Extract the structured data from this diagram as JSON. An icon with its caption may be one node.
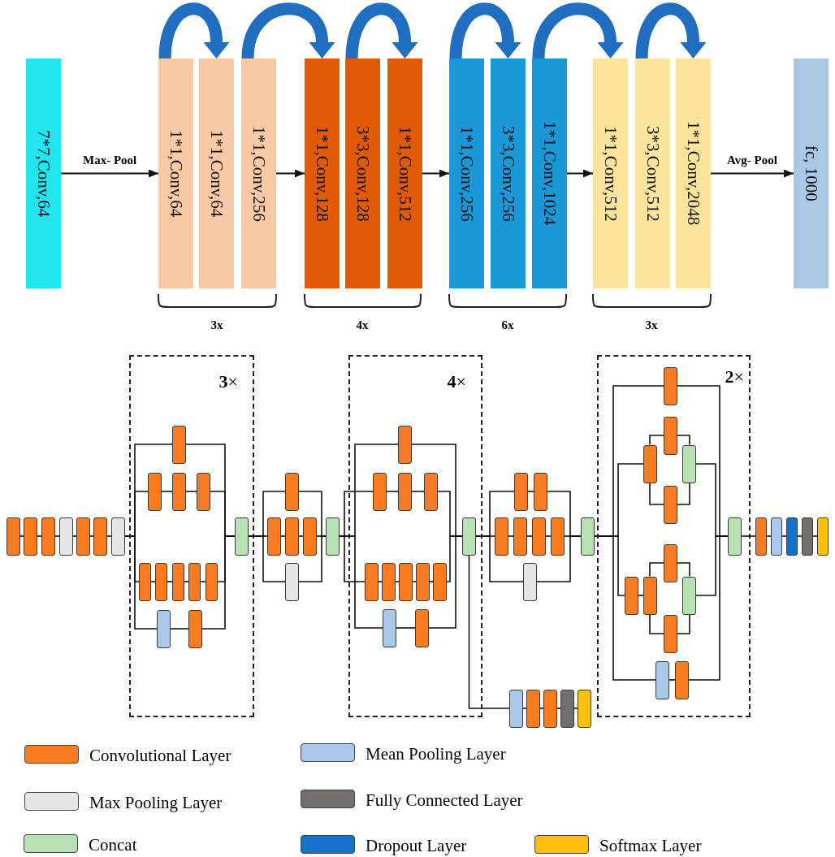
{
  "diagram": {
    "nodes": [
      {
        "text": [
          "7*7,Conv,64"
        ]
      },
      {
        "text": [
          "1*1,Conv,64"
        ]
      },
      {
        "text": [
          "1*1,Conv,64"
        ]
      },
      {
        "text": [
          "1*1,Conv,256"
        ]
      },
      {
        "text": [
          "1*1,Conv,128"
        ]
      },
      {
        "text": [
          "3*3,Conv,128"
        ]
      },
      {
        "text": [
          "1*1,Conv,512"
        ]
      },
      {
        "text": [
          "1*1,Conv,256"
        ]
      },
      {
        "text": [
          "3*3,Conv,256"
        ]
      },
      {
        "text": [
          "1*1,Conv,1024"
        ]
      },
      {
        "text": [
          "1*1,Conv,512"
        ]
      },
      {
        "text": [
          "3*3,Conv,512"
        ]
      },
      {
        "text": [
          "1*1,Conv,2048"
        ]
      },
      {
        "text": [
          "fc, 1000"
        ]
      },
      {
        "text": [],
        "shape": "box"
      },
      {
        "text": [],
        "shape": "box"
      },
      {
        "text": [],
        "shape": "box"
      },
      {
        "text": [],
        "shape": "box"
      },
      {
        "text": [],
        "shape": "box"
      },
      {
        "text": [],
        "shape": "box"
      },
      {
        "text": [],
        "shape": "box"
      },
      {
        "text": [
          "**3**×"
        ]
      },
      {
        "text": [],
        "shape": "box",
        "in": 21
      },
      {
        "text": [],
        "shape": "box",
        "in": 21
      },
      {
        "text": [],
        "shape": "box",
        "in": 21
      },
      {
        "text": [],
        "shape": "box",
        "in": 21
      },
      {
        "text": [],
        "shape": "box",
        "in": 21
      },
      {
        "text": [],
        "shape": "box",
        "in": 21
      },
      {
        "text": [],
        "shape": "box",
        "in": 21
      },
      {
        "text": [],
        "shape": "box",
        "in": 21
      },
      {
        "text": [],
        "shape": "box",
        "in": 21
      },
      {
        "text": [],
        "shape": "box",
        "in": 21
      },
      {
        "text": [],
        "shape": "box",
        "in": 21
      },
      {
        "text": [],
        "shape": "box",
        "in": 21
      },
      {
        "text": [],
        "shape": "box"
      },
      {
        "text": [],
        "shape": "box"
      },
      {
        "text": [],
        "shape": "box"
      },
      {
        "text": [],
        "shape": "box"
      },
      {
        "text": [],
        "shape": "box"
      },
      {
        "text": [],
        "shape": "box"
      },
      {
        "text": [
          "**4**×"
        ]
      },
      {
        "text": [],
        "shape": "box",
        "in": 40
      },
      {
        "text": [],
        "shape": "box",
        "in": 40
      },
      {
        "text": [],
        "shape": "box",
        "in": 40
      },
      {
        "text": [],
        "shape": "box",
        "in": 40
      },
      {
        "text": [],
        "shape": "box",
        "in": 40
      },
      {
        "text": [],
        "shape": "box",
        "in": 40
      },
      {
        "text": [],
        "shape": "box",
        "in": 40
      },
      {
        "text": [],
        "shape": "box",
        "in": 40
      },
      {
        "text": [],
        "shape": "box",
        "in": 40
      },
      {
        "text": [],
        "shape": "box",
        "in": 40
      },
      {
        "text": [],
        "shape": "box",
        "in": 40
      },
      {
        "text": [],
        "shape": "box",
        "in": 40
      },
      {
        "text": [],
        "shape": "box"
      },
      {
        "text": [],
        "shape": "box"
      },
      {
        "text": [],
        "shape": "box"
      },
      {
        "text": [],
        "shape": "box"
      },
      {
        "text": [],
        "shape": "box"
      },
      {
        "text": [],
        "shape": "box"
      },
      {
        "text": [],
        "shape": "box"
      },
      {
        "text": [],
        "shape": "box"
      },
      {
        "text": [],
        "shape": "box"
      },
      {
        "text": [],
        "shape": "box"
      },
      {
        "text": [],
        "shape": "box"
      },
      {
        "text": [],
        "shape": "box"
      },
      {
        "text": [],
        "shape": "box"
      },
      {
        "text": [
          "**2**×"
        ]
      },
      {
        "text": [],
        "shape": "box",
        "in": 66
      },
      {
        "text": [],
        "shape": "box",
        "in": 66
      },
      {
        "text": [],
        "shape": "box",
        "in": 66
      },
      {
        "text": [],
        "shape": "box",
        "in": 66
      },
      {
        "text": [],
        "shape": "box",
        "in": 66
      },
      {
        "text": [],
        "shape": "box",
        "in": 66
      },
      {
        "text": [],
        "shape": "box",
        "in": 66
      },
      {
        "text": [],
        "shape": "box",
        "in": 66
      },
      {
        "text": [],
        "shape": "box",
        "in": 66
      },
      {
        "text": [],
        "shape": "box",
        "in": 66
      },
      {
        "text": [],
        "shape": "box",
        "in": 66
      },
      {
        "text": [],
        "shape": "box",
        "in": 66
      },
      {
        "text": [],
        "shape": "box",
        "in": 66
      },
      {
        "text": [],
        "shape": "box"
      },
      {
        "text": [],
        "shape": "box"
      },
      {
        "text": [],
        "shape": "box"
      },
      {
        "text": [],
        "shape": "box"
      },
      {
        "text": [],
        "shape": "box"
      }
    ],
    "edges": [
      {
        "from": 0,
        "to": 1,
        "arrow": "to",
        "label": "Max- Pool"
      },
      {
        "from": 3,
        "to": 4,
        "arrow": "to"
      },
      {
        "from": 6,
        "to": 7,
        "arrow": "to"
      },
      {
        "from": 9,
        "to": 10,
        "arrow": "to"
      },
      {
        "from": 12,
        "to": 13,
        "arrow": "to",
        "label": "Avg- Pool"
      },
      {
        "from": 1,
        "to": 2,
        "arrow": "to",
        "style": "thick",
        "color": "#1f6ebf"
      },
      {
        "from": 3,
        "to": 4,
        "arrow": "to",
        "style": "thick",
        "color": "#1f6ebf"
      },
      {
        "from": 5,
        "to": 6,
        "arrow": "to",
        "style": "thick",
        "color": "#1f6ebf"
      },
      {
        "from": 7,
        "to": 8,
        "arrow": "to",
        "style": "thick",
        "color": "#1f6ebf"
      },
      {
        "from": 9,
        "to": 10,
        "arrow": "to",
        "style": "thick",
        "color": "#1f6ebf"
      },
      {
        "from": 11,
        "to": 12,
        "arrow": "to",
        "style": "thick",
        "color": "#1f6ebf"
      },
      {
        "from": 14,
        "to": 15,
        "arrow": "none"
      },
      {
        "from": 15,
        "to": 16,
        "arrow": "none"
      },
      {
        "from": 16,
        "to": 17,
        "arrow": "none"
      },
      {
        "from": 17,
        "to": 18,
        "arrow": "none"
      },
      {
        "from": 18,
        "to": 19,
        "arrow": "none"
      },
      {
        "from": 19,
        "to": 20,
        "arrow": "none"
      },
      {
        "from": 20,
        "to": 22,
        "arrow": "none"
      },
      {
        "from": 20,
        "to": 23,
        "arrow": "none"
      },
      {
        "from": 20,
        "to": 26,
        "arrow": "none"
      },
      {
        "from": 20,
        "to": 31,
        "arrow": "none"
      },
      {
        "from": 23,
        "to": 24,
        "arrow": "none"
      },
      {
        "from": 24,
        "to": 25,
        "arrow": "none"
      },
      {
        "from": 26,
        "to": 27,
        "arrow": "none"
      },
      {
        "from": 27,
        "to": 28,
        "arrow": "none"
      },
      {
        "from": 28,
        "to": 29,
        "arrow": "none"
      },
      {
        "from": 29,
        "to": 30,
        "arrow": "none"
      },
      {
        "from": 31,
        "to": 32,
        "arrow": "none"
      },
      {
        "from": 22,
        "to": 33,
        "arrow": "none"
      },
      {
        "from": 25,
        "to": 33,
        "arrow": "none"
      },
      {
        "from": 30,
        "to": 33,
        "arrow": "none"
      },
      {
        "from": 32,
        "to": 33,
        "arrow": "none"
      },
      {
        "from": 33,
        "to": 34,
        "arrow": "none"
      },
      {
        "from": 33,
        "to": 35,
        "arrow": "none"
      },
      {
        "from": 33,
        "to": 38,
        "arrow": "none"
      },
      {
        "from": 35,
        "to": 36,
        "arrow": "none"
      },
      {
        "from": 36,
        "to": 37,
        "arrow": "none"
      },
      {
        "from": 34,
        "to": 39,
        "arrow": "none"
      },
      {
        "from": 37,
        "to": 39,
        "arrow": "none"
      },
      {
        "from": 38,
        "to": 39,
        "arrow": "none"
      },
      {
        "from": 39,
        "to": 41,
        "arrow": "none"
      },
      {
        "from": 39,
        "to": 42,
        "arrow": "none"
      },
      {
        "from": 39,
        "to": 45,
        "arrow": "none"
      },
      {
        "from": 39,
        "to": 50,
        "arrow": "none"
      },
      {
        "from": 42,
        "to": 43,
        "arrow": "none"
      },
      {
        "from": 43,
        "to": 44,
        "arrow": "none"
      },
      {
        "from": 45,
        "to": 46,
        "arrow": "none"
      },
      {
        "from": 46,
        "to": 47,
        "arrow": "none"
      },
      {
        "from": 47,
        "to": 48,
        "arrow": "none"
      },
      {
        "from": 48,
        "to": 49,
        "arrow": "none"
      },
      {
        "from": 50,
        "to": 51,
        "arrow": "none"
      },
      {
        "from": 41,
        "to": 52,
        "arrow": "none"
      },
      {
        "from": 44,
        "to": 52,
        "arrow": "none"
      },
      {
        "from": 49,
        "to": 52,
        "arrow": "none"
      },
      {
        "from": 51,
        "to": 52,
        "arrow": "none"
      },
      {
        "from": 52,
        "to": 53,
        "arrow": "none"
      },
      {
        "from": 52,
        "to": 55,
        "arrow": "none"
      },
      {
        "from": 52,
        "to": 59,
        "arrow": "none"
      },
      {
        "from": 53,
        "to": 54,
        "arrow": "none"
      },
      {
        "from": 55,
        "to": 56,
        "arrow": "none"
      },
      {
        "from": 56,
        "to": 57,
        "arrow": "none"
      },
      {
        "from": 57,
        "to": 58,
        "arrow": "none"
      },
      {
        "from": 54,
        "to": 60,
        "arrow": "none"
      },
      {
        "from": 58,
        "to": 60,
        "arrow": "none"
      },
      {
        "from": 59,
        "to": 60,
        "arrow": "none"
      },
      {
        "from": 52,
        "to": 61,
        "arrow": "none"
      },
      {
        "from": 61,
        "to": 62,
        "arrow": "none"
      },
      {
        "from": 62,
        "to": 63,
        "arrow": "none"
      },
      {
        "from": 63,
        "to": 64,
        "arrow": "none"
      },
      {
        "from": 64,
        "to": 65,
        "arrow": "none"
      },
      {
        "from": 60,
        "to": 67,
        "arrow": "none"
      },
      {
        "from": 60,
        "to": 68,
        "arrow": "none"
      },
      {
        "from": 60,
        "to": 72,
        "arrow": "none"
      },
      {
        "from": 60,
        "to": 77,
        "arrow": "none"
      },
      {
        "from": 68,
        "to": 69,
        "arrow": "none"
      },
      {
        "from": 68,
        "to": 70,
        "arrow": "none"
      },
      {
        "from": 69,
        "to": 71,
        "arrow": "none"
      },
      {
        "from": 70,
        "to": 71,
        "arrow": "none"
      },
      {
        "from": 72,
        "to": 73,
        "arrow": "none"
      },
      {
        "from": 73,
        "to": 74,
        "arrow": "none"
      },
      {
        "from": 73,
        "to": 75,
        "arrow": "none"
      },
      {
        "from": 74,
        "to": 76,
        "arrow": "none"
      },
      {
        "from": 75,
        "to": 76,
        "arrow": "none"
      },
      {
        "from": 77,
        "to": 78,
        "arrow": "none"
      },
      {
        "from": 67,
        "to": 79,
        "arrow": "none"
      },
      {
        "from": 71,
        "to": 79,
        "arrow": "none"
      },
      {
        "from": 76,
        "to": 79,
        "arrow": "none"
      },
      {
        "from": 78,
        "to": 79,
        "arrow": "none"
      },
      {
        "from": 79,
        "to": 80,
        "arrow": "none"
      },
      {
        "from": 80,
        "to": 81,
        "arrow": "none"
      },
      {
        "from": 81,
        "to": 82,
        "arrow": "none"
      },
      {
        "from": 82,
        "to": 83,
        "arrow": "none"
      },
      {
        "from": 83,
        "to": 84,
        "arrow": "none"
      }
    ],
    "labels": [
      "3x",
      "4x",
      "6x",
      "3x"
    ],
    "legend": [
      {
        "text": "Convolutional Layer",
        "color": "#f97c22"
      },
      {
        "text": "Mean Pooling Layer",
        "color": "#aac8ea"
      },
      {
        "text": "Max Pooling Layer",
        "color": "#e6e6e6"
      },
      {
        "text": "Fully Connected Layer",
        "color": "#736e6e"
      },
      {
        "text": "Concat",
        "color": "#b9e0b5"
      },
      {
        "text": "Dropout Layer",
        "color": "#1771c8"
      },
      {
        "text": "Softmax Layer",
        "color": "#fdc10a"
      }
    ]
  }
}
